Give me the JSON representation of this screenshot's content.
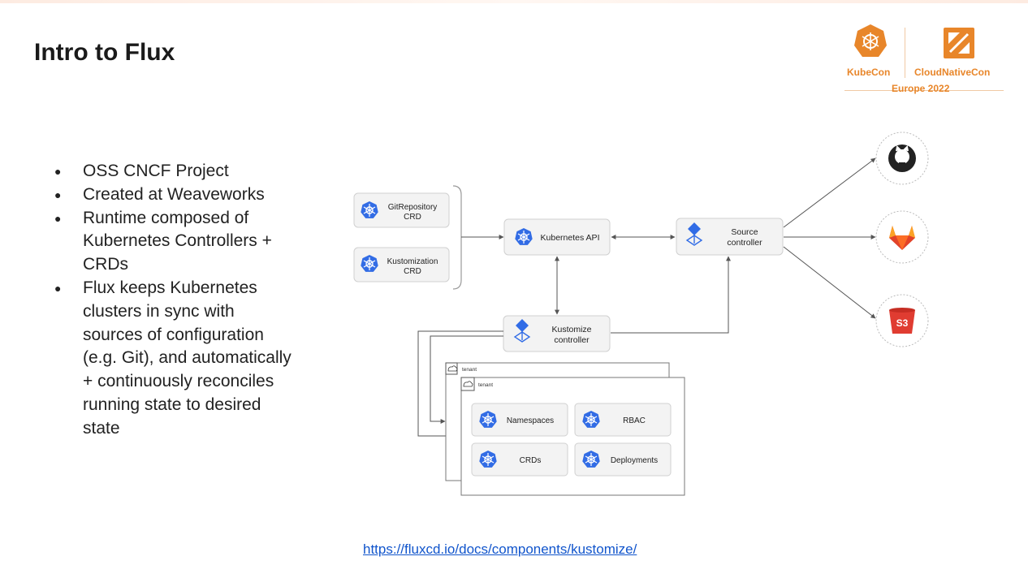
{
  "slide": {
    "title": "Intro to Flux",
    "bullets": [
      "OSS CNCF Project",
      "Created at Weaveworks",
      "Runtime composed of Kubernetes Controllers + CRDs",
      "Flux keeps Kubernetes clusters in sync with sources of configuration (e.g. Git), and automatically + continuously reconciles running state to desired state"
    ],
    "link": "https://fluxcd.io/docs/components/kustomize/"
  },
  "branding": {
    "kubecon": "KubeCon",
    "cloudnativecon": "CloudNativeCon",
    "event": "Europe 2022",
    "accent_color": "#e8862a"
  },
  "diagram": {
    "crds": {
      "gitrepository": [
        "GitRepository",
        "CRD"
      ],
      "kustomization": [
        "Kustomization",
        "CRD"
      ]
    },
    "kubernetes_api": "Kubernetes API",
    "source_controller": [
      "Source",
      "controller"
    ],
    "kustomize_controller": [
      "Kustomize",
      "controller"
    ],
    "tenant_label": "tenant",
    "tenant_resources": [
      "Namespaces",
      "RBAC",
      "CRDs",
      "Deployments"
    ],
    "sources": [
      {
        "icon": "github-icon"
      },
      {
        "icon": "gitlab-icon"
      },
      {
        "icon": "s3-icon",
        "label": "S3"
      }
    ],
    "k8s_blue": "#326ce5",
    "flux_blue": "#316ce6"
  }
}
